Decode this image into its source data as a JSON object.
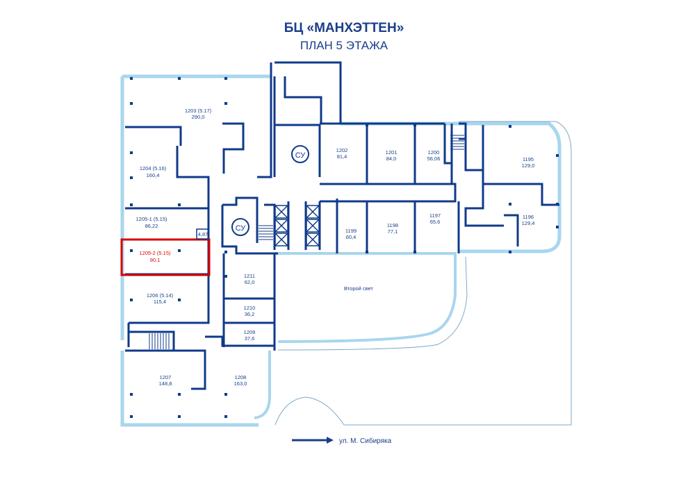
{
  "header": {
    "title": "БЦ «МАНХЭТТЕН»",
    "subtitle": "ПЛАН 5 ЭТАЖА"
  },
  "colors": {
    "wall": "#0f3a8a",
    "facade": "#a8d6ee",
    "highlight": "#d40000",
    "text": "#1a3e8a"
  },
  "rooms": [
    {
      "id": "r1203",
      "number": "1203 (5.17)",
      "area": "290,0"
    },
    {
      "id": "r1204",
      "number": "1204 (5.16)",
      "area": "160,4"
    },
    {
      "id": "r1205_1",
      "number": "1205-1 (5.15)",
      "area": "86,22"
    },
    {
      "id": "r1205_2",
      "number": "1205-2 (5.15)",
      "area": "90,1",
      "selected": true
    },
    {
      "id": "r1206",
      "number": "1206 (5.14)",
      "area": "115,4"
    },
    {
      "id": "r1207",
      "number": "1207",
      "area": "148,8"
    },
    {
      "id": "r1208",
      "number": "1208",
      "area": "163,0"
    },
    {
      "id": "r1209",
      "number": "1209",
      "area": "37,6"
    },
    {
      "id": "r1210",
      "number": "1210",
      "area": "36,2"
    },
    {
      "id": "r1211",
      "number": "1211",
      "area": "62,0"
    },
    {
      "id": "r1199",
      "number": "1199",
      "area": "60,4"
    },
    {
      "id": "r1198",
      "number": "1198",
      "area": "77,1"
    },
    {
      "id": "r1197",
      "number": "1197",
      "area": "65,6"
    },
    {
      "id": "r1202",
      "number": "1202",
      "area": "81,4"
    },
    {
      "id": "r1201",
      "number": "1201",
      "area": "84,0"
    },
    {
      "id": "r1200",
      "number": "1200",
      "area": "56,06"
    },
    {
      "id": "r1195",
      "number": "1195",
      "area": "129,0"
    },
    {
      "id": "r1196",
      "number": "1196",
      "area": "129,4"
    }
  ],
  "small_label": "4,87",
  "wc_label": "СУ",
  "atrium_label": "Второй свет",
  "street_label": "ул. М. Сибиряка"
}
